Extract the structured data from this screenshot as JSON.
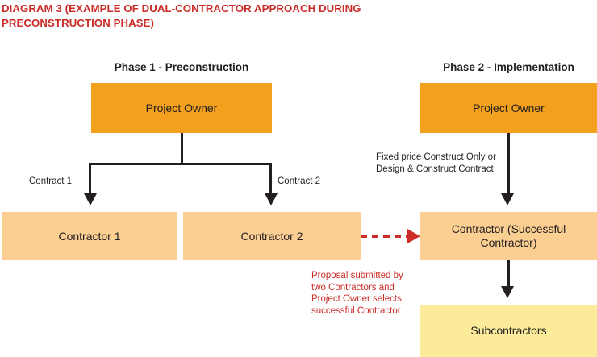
{
  "title": {
    "line1": "DIAGRAM 3 (EXAMPLE OF DUAL-CONTRACTOR APPROACH DURING",
    "line2": "PRECONSTRUCTION PHASE)",
    "color": "#cc2c28"
  },
  "phases": [
    {
      "id": "phase-1",
      "heading": "Phase 1 - Preconstruction"
    },
    {
      "id": "phase-2",
      "heading": "Phase 2 - Implementation"
    }
  ],
  "nodes": {
    "owner_left": {
      "label": "Project Owner",
      "color": "#f2a01e"
    },
    "owner_right": {
      "label": "Project Owner",
      "color": "#f2a01e"
    },
    "contractor_1": {
      "label": "Contractor 1",
      "color": "#fbce92"
    },
    "contractor_2": {
      "label": "Contractor 2",
      "color": "#fbce92"
    },
    "contractor_successful": {
      "line1": "Contractor (Successful",
      "line2": "Contractor)",
      "color": "#fbce92"
    },
    "subcontractors": {
      "label": "Subcontractors",
      "color": "#fbeb9b"
    }
  },
  "edges": {
    "contract_1": "Contract 1",
    "contract_2": "Contract 2",
    "fixed_price": {
      "line1": "Fixed price Construct Only or",
      "line2": "Design & Construct Contract"
    },
    "proposal_note": {
      "line1": "Proposal submitted by",
      "line2": "two Contractors and",
      "line3": "Project Owner selects",
      "line4": "successful Contractor",
      "color": "#cc2c28"
    }
  }
}
